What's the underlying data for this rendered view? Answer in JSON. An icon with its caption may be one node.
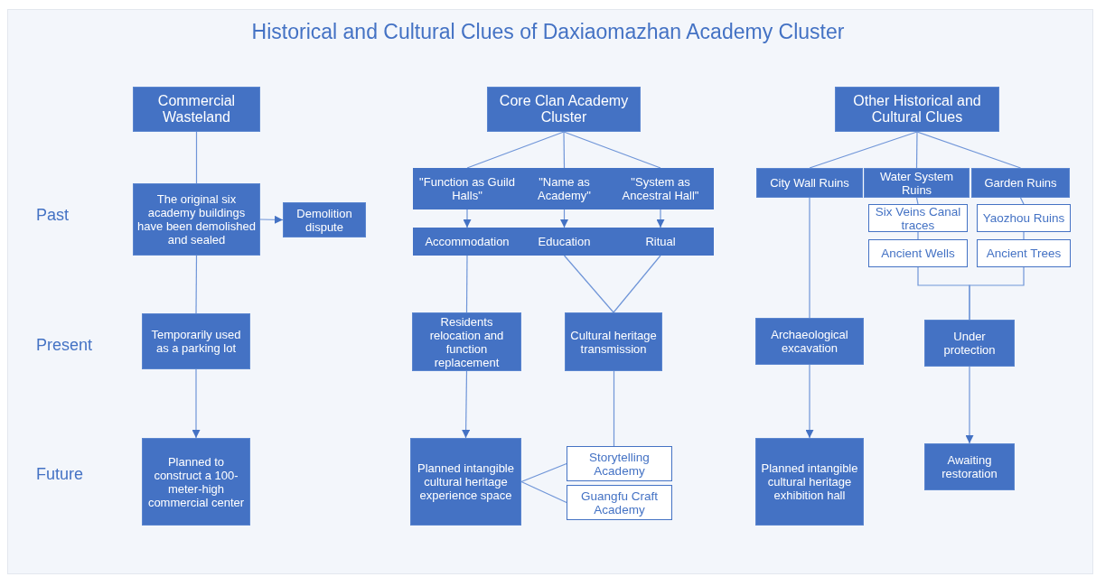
{
  "diagram": {
    "title": "Historical and Cultural Clues of Daxiaomazhan Academy Cluster",
    "nodes": [
      {
        "text": [
          "Commercial Wasteland"
        ]
      },
      {
        "text": [
          "The original six academy buildings have been demolished and sealed"
        ]
      },
      {
        "text": [
          "Demolition dispute"
        ]
      },
      {
        "text": [
          "Temporarily used as a parking lot"
        ]
      },
      {
        "text": [
          "Planned to construct a 100-meter-high commercial center"
        ]
      },
      {
        "text": [
          "Core Clan Academy Cluster"
        ]
      },
      {
        "text": [
          "\"Function as Guild Halls\""
        ]
      },
      {
        "text": [
          "\"Name as Academy\""
        ]
      },
      {
        "text": [
          "\"System as Ancestral Hall\""
        ]
      },
      {
        "text": [
          "Accommodation"
        ]
      },
      {
        "text": [
          "Education"
        ]
      },
      {
        "text": [
          "Ritual"
        ]
      },
      {
        "text": [
          "Residents relocation and function replacement"
        ]
      },
      {
        "text": [
          "Cultural heritage transmission"
        ]
      },
      {
        "text": [
          "Planned intangible cultural heritage experience space"
        ]
      },
      {
        "text": [
          "Storytelling Academy"
        ]
      },
      {
        "text": [
          "Guangfu Craft Academy"
        ]
      },
      {
        "text": [
          "Other Historical and Cultural Clues"
        ]
      },
      {
        "text": [
          "City Wall Ruins"
        ]
      },
      {
        "text": [
          "Water System Ruins"
        ]
      },
      {
        "text": [
          "Garden Ruins"
        ]
      },
      {
        "text": [
          "Six Veins Canal traces"
        ]
      },
      {
        "text": [
          "Ancient Wells"
        ]
      },
      {
        "text": [
          "Yaozhou Ruins"
        ]
      },
      {
        "text": [
          "Ancient Trees"
        ]
      },
      {
        "text": [
          "Archaeological excavation"
        ]
      },
      {
        "text": [
          "Under protection"
        ]
      },
      {
        "text": [
          "Planned intangible cultural heritage exhibition hall"
        ]
      },
      {
        "text": [
          "Awaiting restoration"
        ]
      }
    ],
    "edges": [
      {
        "from": 0,
        "to": 1,
        "arrow": "none"
      },
      {
        "from": 1,
        "to": 2,
        "arrow": "to"
      },
      {
        "from": 1,
        "to": 3,
        "arrow": "none"
      },
      {
        "from": 3,
        "to": 4,
        "arrow": "to"
      },
      {
        "from": 5,
        "to": 6,
        "arrow": "none"
      },
      {
        "from": 5,
        "to": 7,
        "arrow": "none"
      },
      {
        "from": 5,
        "to": 8,
        "arrow": "none"
      },
      {
        "from": 6,
        "to": 9,
        "arrow": "to"
      },
      {
        "from": 7,
        "to": 10,
        "arrow": "to"
      },
      {
        "from": 8,
        "to": 11,
        "arrow": "to"
      },
      {
        "from": 9,
        "to": 12,
        "arrow": "none"
      },
      {
        "from": 10,
        "to": 13,
        "arrow": "none"
      },
      {
        "from": 11,
        "to": 13,
        "arrow": "none"
      },
      {
        "from": 12,
        "to": 14,
        "arrow": "to"
      },
      {
        "from": 13,
        "to": 15,
        "arrow": "none"
      },
      {
        "from": 14,
        "to": 15,
        "arrow": "none"
      },
      {
        "from": 14,
        "to": 16,
        "arrow": "none"
      },
      {
        "from": 17,
        "to": 18,
        "arrow": "none"
      },
      {
        "from": 17,
        "to": 19,
        "arrow": "none"
      },
      {
        "from": 17,
        "to": 20,
        "arrow": "none"
      },
      {
        "from": 18,
        "to": 25,
        "arrow": "none"
      },
      {
        "from": 19,
        "to": 21,
        "arrow": "none"
      },
      {
        "from": 21,
        "to": 22,
        "arrow": "none"
      },
      {
        "from": 20,
        "to": 23,
        "arrow": "none"
      },
      {
        "from": 23,
        "to": 24,
        "arrow": "none"
      },
      {
        "from": 22,
        "to": 26,
        "arrow": "none"
      },
      {
        "from": 24,
        "to": 26,
        "arrow": "none"
      },
      {
        "from": 25,
        "to": 27,
        "arrow": "to"
      },
      {
        "from": 26,
        "to": 28,
        "arrow": "to"
      }
    ],
    "labels": [
      "Past",
      "Present",
      "Future"
    ]
  }
}
